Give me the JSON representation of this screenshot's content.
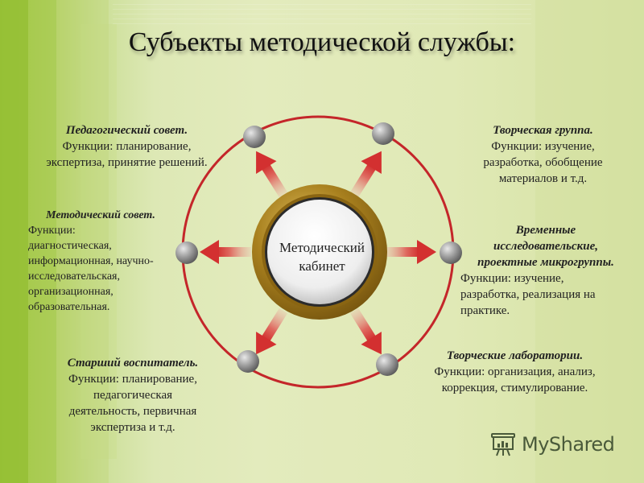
{
  "title": "Субъекты методической службы:",
  "hub": {
    "line1": "Методический",
    "line2": "кабинет"
  },
  "nodes": [
    {
      "id": "pedagogical-council",
      "heading": "Педагогический совет.",
      "lines": [
        "Функции: планирование,",
        "экспертиза, принятие решений."
      ]
    },
    {
      "id": "creative-group",
      "heading": "Творческая группа.",
      "lines": [
        "Функции: изучение,",
        "разработка, обобщение",
        "материалов и т.д."
      ]
    },
    {
      "id": "methodical-council",
      "heading": "Методический совет.",
      "lines": [
        "Функции:",
        "диагностическая,",
        "информационная, научно-",
        "исследовательская,",
        "организационная,",
        "образовательная."
      ]
    },
    {
      "id": "temporary-microgroups",
      "heading_lines": [
        "Временные",
        "исследовательские,",
        "проектные микрогруппы."
      ],
      "lines": [
        "Функции: изучение,",
        "разработка, реализация на",
        "практике."
      ]
    },
    {
      "id": "senior-educator",
      "heading": "Старший воспитатель.",
      "lines": [
        "Функции: планирование,",
        "педагогическая",
        "деятельность, первичная",
        "экспертиза и т.д."
      ]
    },
    {
      "id": "creative-laboratories",
      "heading": "Творческие лаборатории.",
      "lines": [
        "Функции: организация, анализ,",
        "коррекция, стимулирование."
      ]
    }
  ],
  "watermark": {
    "text": "MyShared",
    "icon": "presentation-board-icon"
  },
  "colors": {
    "ring": "#c4262a",
    "arrow": "#d43a3a",
    "hub_gold": "#a07a1e",
    "node_gray": "#9a9a9a",
    "bg_green": "#9cc43a",
    "bg_light": "#e2eabb"
  }
}
